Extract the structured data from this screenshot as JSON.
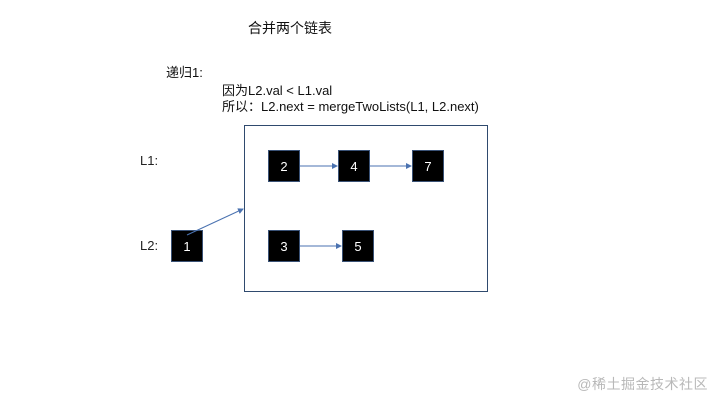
{
  "title": "合并两个链表",
  "step": {
    "label": "递归1:",
    "lines": [
      "因为L2.val < L1.val",
      "所以：L2.next = mergeTwoLists(L1, L2.next)"
    ]
  },
  "lists": {
    "l1_label": "L1:",
    "l2_label": "L2:",
    "l1_nodes": [
      "2",
      "4",
      "7"
    ],
    "l2_head": "1",
    "l2_nodes": [
      "3",
      "5"
    ]
  },
  "colors": {
    "node_fill": "#000000",
    "arrow": "#4a72b0",
    "frame": "#2f4a6e"
  },
  "watermark": "@稀土掘金技术社区"
}
